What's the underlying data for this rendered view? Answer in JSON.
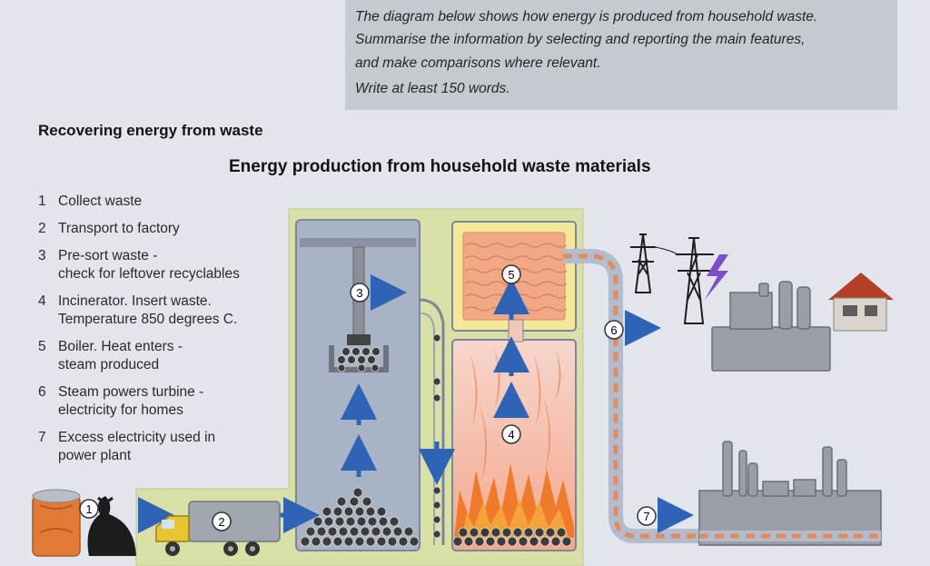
{
  "task_prompt": {
    "line1": "The diagram below shows how energy is produced from household waste.",
    "line2": "Summarise the information by selecting and reporting the main features,",
    "line3": "and make comparisons where relevant.",
    "line4": "Write at least 150 words."
  },
  "section_title": "Recovering energy from waste",
  "diagram_title": "Energy production from household waste materials",
  "steps": [
    {
      "num": "1",
      "line1": "Collect waste",
      "line2": ""
    },
    {
      "num": "2",
      "line1": "Transport to factory",
      "line2": ""
    },
    {
      "num": "3",
      "line1": "Pre-sort waste -",
      "line2": "check for leftover recyclables"
    },
    {
      "num": "4",
      "line1": "Incinerator. Insert waste.",
      "line2": "Temperature 850 degrees C."
    },
    {
      "num": "5",
      "line1": "Boiler. Heat enters -",
      "line2": "steam produced"
    },
    {
      "num": "6",
      "line1": "Steam powers turbine -",
      "line2": "electricity for homes"
    },
    {
      "num": "7",
      "line1": "Excess electricity used in",
      "line2": "power plant"
    }
  ],
  "markers": {
    "m1": "1",
    "m2": "2",
    "m3": "3",
    "m4": "4",
    "m5": "5",
    "m6": "6",
    "m7": "7"
  },
  "colors": {
    "arrow": "#2f63b6",
    "factory_bg": "#d9e0a6",
    "fire": "#ef7a2c",
    "boiler": "#f2a884",
    "pipe": "#e58a5c"
  },
  "icons": [
    "waste-can-icon",
    "bin-bag-icon",
    "garbage-truck-icon",
    "pylon-icon",
    "lightning-icon",
    "power-station-icon",
    "house-icon",
    "industrial-plant-icon"
  ]
}
